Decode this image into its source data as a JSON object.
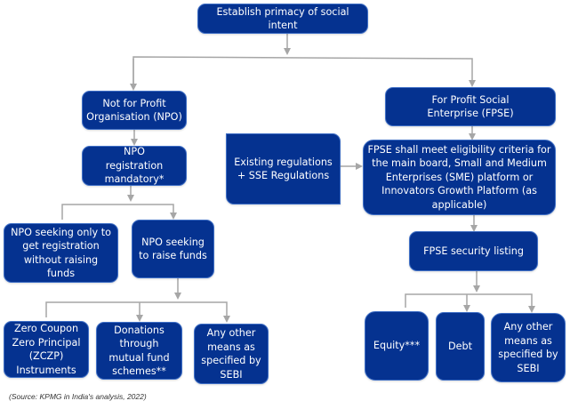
{
  "diagram": {
    "root": "Establish primacy of social intent",
    "npo_branch": {
      "title": "Not for Profit Organisation (NPO)",
      "registration": "NPO registration mandatory*",
      "options": [
        {
          "label": "NPO seeking only to get registration without raising funds"
        },
        {
          "label": "NPO seeking to raise funds"
        }
      ],
      "instruments": [
        {
          "label": "Zero Coupon Zero Principal (ZCZP) Instruments"
        },
        {
          "label": "Donations through mutual fund schemes**"
        },
        {
          "label": "Any other means as specified by SEBI"
        }
      ]
    },
    "regulations": "Existing regulations + SSE Regulations",
    "fpse_branch": {
      "title": "For Profit Social Enterprise (FPSE)",
      "criteria": "FPSE shall meet eligibility criteria for the main board, Small and Medium Enterprises (SME) platform or Innovators Growth Platform (as applicable)",
      "listing": "FPSE security listing",
      "instruments": [
        {
          "label": "Equity***"
        },
        {
          "label": "Debt"
        },
        {
          "label": "Any other means as specified by SEBI"
        }
      ]
    },
    "source": "(Source: KPMG in India's analysis, 2022)"
  },
  "colors": {
    "box_fill": "#053290",
    "box_border": "#3f6fc6",
    "connector": "#a6a6a6",
    "text": "#ffffff"
  }
}
